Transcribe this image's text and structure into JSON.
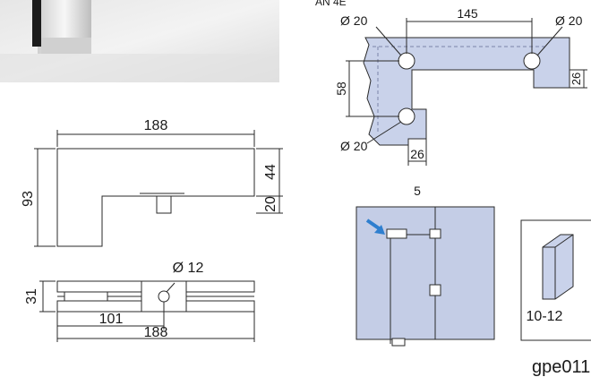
{
  "header_fragment": "AN  4E",
  "side_view": {
    "width": "188",
    "height": "93",
    "top_height": "44",
    "bottom_height": "20"
  },
  "top_view": {
    "hole_diameter": "Ø 12",
    "height": "31",
    "offset": "101",
    "width": "188"
  },
  "glass_cutout": {
    "hole_diameter_left": "Ø 20",
    "hole_diameter_right": "Ø 20",
    "hole_diameter_bottom": "Ø 20",
    "hole_spacing": "145",
    "vertical_spacing": "58",
    "bottom_notch": "26",
    "right_notch": "26"
  },
  "install_diagram": {
    "label": "5",
    "arrow_color": "#2f7fcf",
    "glass_color": "#c4cde6"
  },
  "glass_thickness": {
    "label": "10-12"
  },
  "product_code": "gpe011",
  "colors": {
    "glass_fill": "#c9d2ea",
    "line": "#2a2a2a"
  }
}
